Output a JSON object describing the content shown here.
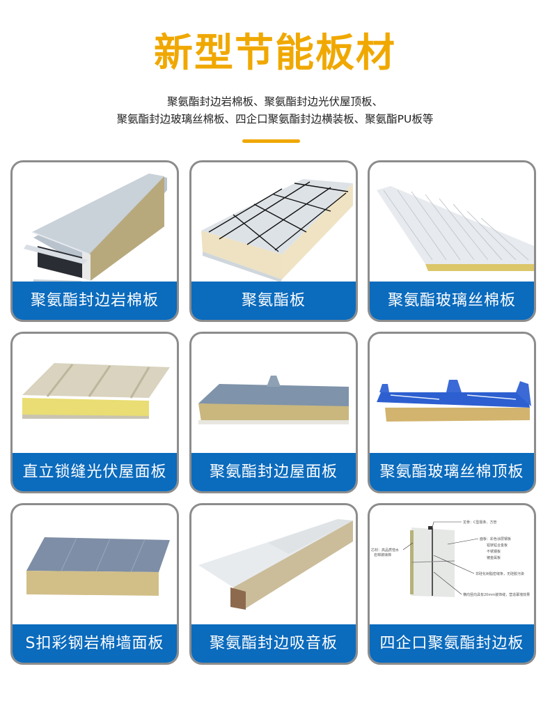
{
  "header": {
    "title": "新型节能板材",
    "subtitle_line1": "聚氨酯封边岩棉板、聚氨酯封边光伏屋顶板、",
    "subtitle_line2": "聚氨酯封边玻璃丝棉板、四企口聚氨酯封边横装板、聚氨酯PU板等"
  },
  "colors": {
    "title": "#f0a800",
    "divider": "#f0a800",
    "label_band": "#0b6bbd",
    "card_border": "#8c8c8c"
  },
  "products": [
    {
      "label": "聚氨酯封边岩棉板",
      "image": "rock-wool-sandwich-panel-image"
    },
    {
      "label": "聚氨酯板",
      "image": "polyurethane-panel-image"
    },
    {
      "label": "聚氨酯玻璃丝棉板",
      "image": "glass-wool-panel-image"
    },
    {
      "label": "直立锁缝光伏屋面板",
      "image": "standing-seam-roof-panel-image"
    },
    {
      "label": "聚氨酯封边屋面板",
      "image": "pu-edge-roof-panel-image"
    },
    {
      "label": "聚氨酯玻璃丝棉顶板",
      "image": "glass-wool-roof-panel-image"
    },
    {
      "label": "S扣彩钢岩棉墙面板",
      "image": "s-lock-wall-panel-image"
    },
    {
      "label": "聚氨酯封边吸音板",
      "image": "sound-absorbing-panel-image"
    },
    {
      "label": "四企口聚氨酯封边板",
      "image": "four-tongue-panel-diagram"
    }
  ],
  "diagram_annotations": {
    "keel": "龙骨：C型檩条、方管",
    "core": "芯材：高品质憎水",
    "core2": "岩棉玻璃棉",
    "face": "面板：彩色涂层钢板",
    "face2": "铝镁锰合金板",
    "face3": "不锈钢板",
    "face4": "镀金属板",
    "seal": "非硅化树脂密缝条，无硅胶污染",
    "seam": "横向竖向具有20mm装饰缝，营造幕墙效果"
  }
}
